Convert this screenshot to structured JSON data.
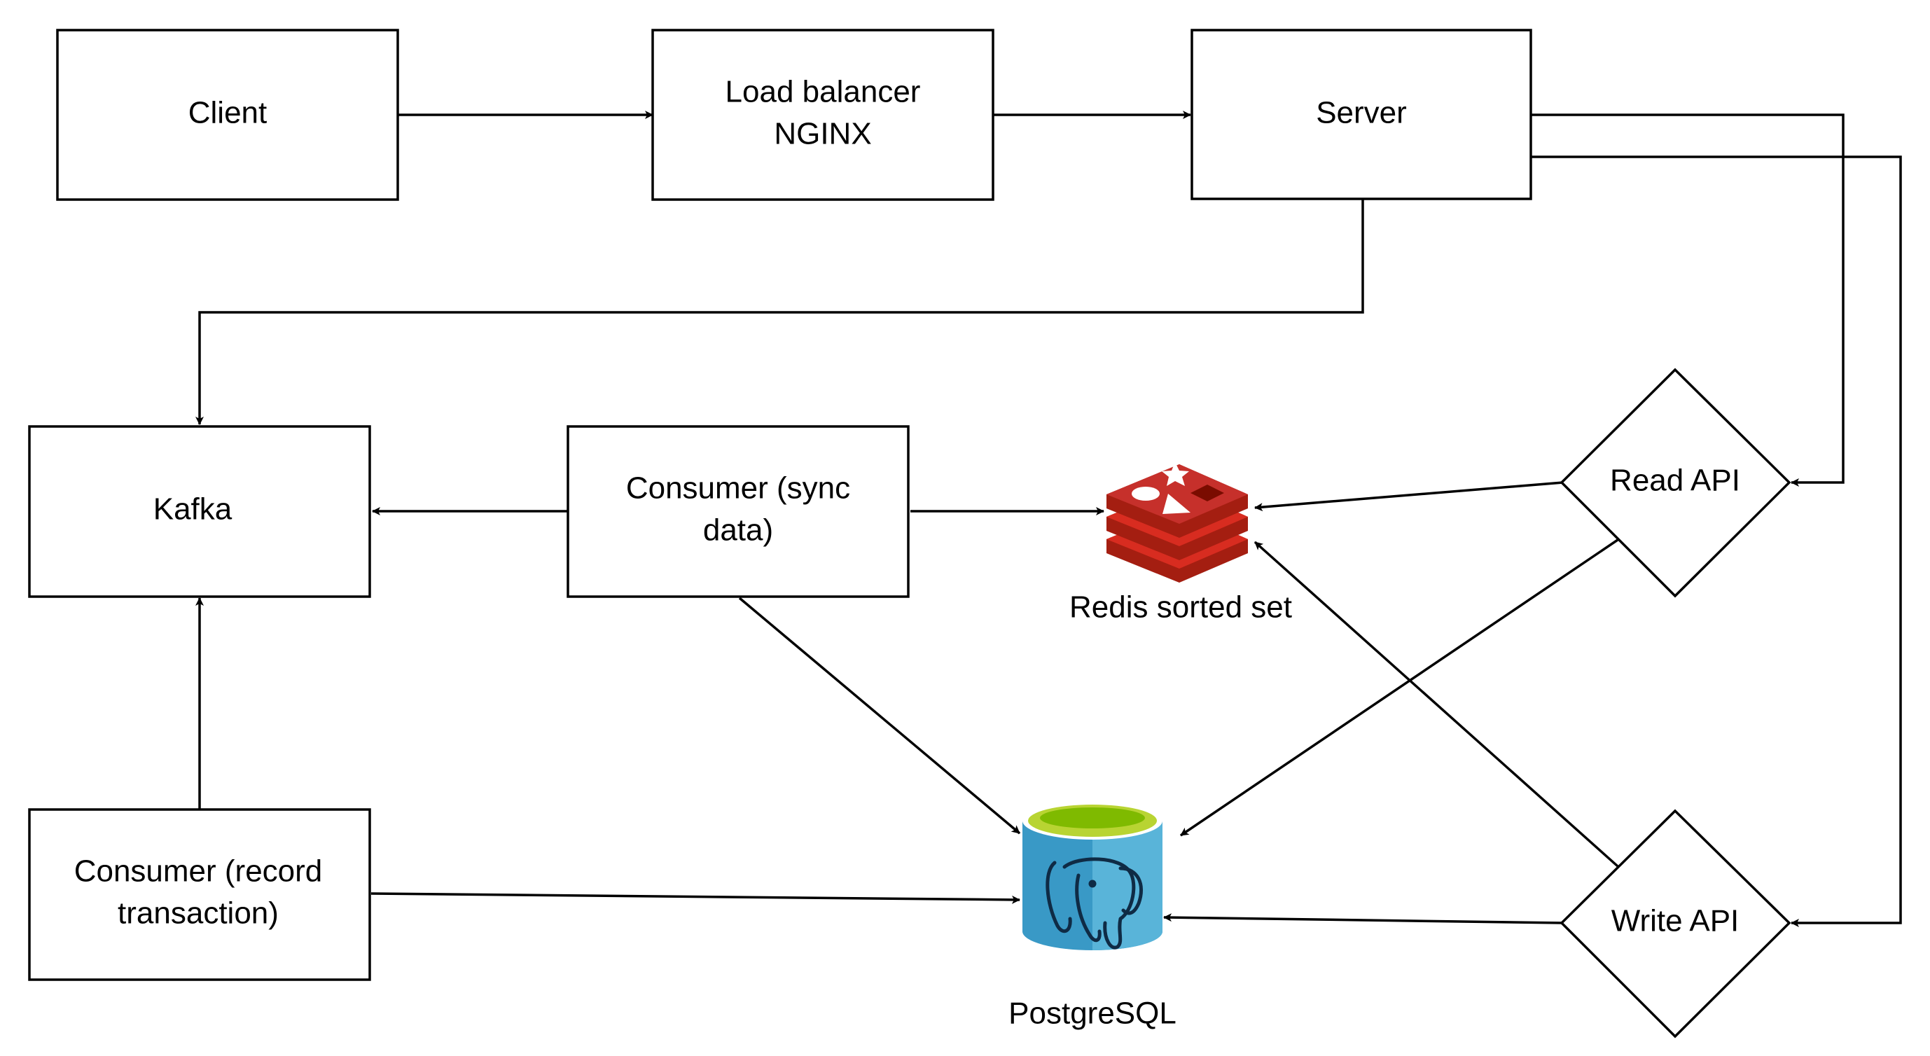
{
  "colors": {
    "stroke": "#000000",
    "background": "#ffffff",
    "redis_dark": "#a41e11",
    "redis_mid": "#c6302b",
    "redis_light": "#d82c20",
    "postgres_body": "#3999c6",
    "postgres_body_light": "#59b4d9",
    "postgres_top": "#7fba00",
    "postgres_top_light": "#b8d432"
  },
  "nodes": {
    "client": {
      "lines": [
        "Client"
      ]
    },
    "load_balancer": {
      "lines": [
        "Load balancer",
        "NGINX"
      ]
    },
    "server": {
      "lines": [
        "Server"
      ]
    },
    "kafka": {
      "lines": [
        "Kafka"
      ]
    },
    "consumer_sync": {
      "lines": [
        "Consumer (sync",
        "data)"
      ]
    },
    "consumer_record": {
      "lines": [
        "Consumer (record",
        "transaction)"
      ]
    },
    "read_api": {
      "lines": [
        "Read API"
      ]
    },
    "write_api": {
      "lines": [
        "Write API"
      ]
    },
    "redis": {
      "label": "Redis sorted set",
      "icon": "redis-logo-icon"
    },
    "postgres": {
      "label": "PostgreSQL",
      "icon": "postgresql-database-icon"
    }
  },
  "edges": [
    {
      "from": "client",
      "to": "load_balancer"
    },
    {
      "from": "load_balancer",
      "to": "server"
    },
    {
      "from": "server",
      "to": "kafka"
    },
    {
      "from": "server",
      "to": "read_api"
    },
    {
      "from": "server",
      "to": "write_api"
    },
    {
      "from": "consumer_sync",
      "to": "kafka"
    },
    {
      "from": "consumer_sync",
      "to": "redis"
    },
    {
      "from": "consumer_sync",
      "to": "postgres"
    },
    {
      "from": "consumer_record",
      "to": "kafka"
    },
    {
      "from": "consumer_record",
      "to": "postgres"
    },
    {
      "from": "read_api",
      "to": "redis"
    },
    {
      "from": "read_api",
      "to": "postgres"
    },
    {
      "from": "write_api",
      "to": "redis"
    },
    {
      "from": "write_api",
      "to": "postgres"
    }
  ]
}
